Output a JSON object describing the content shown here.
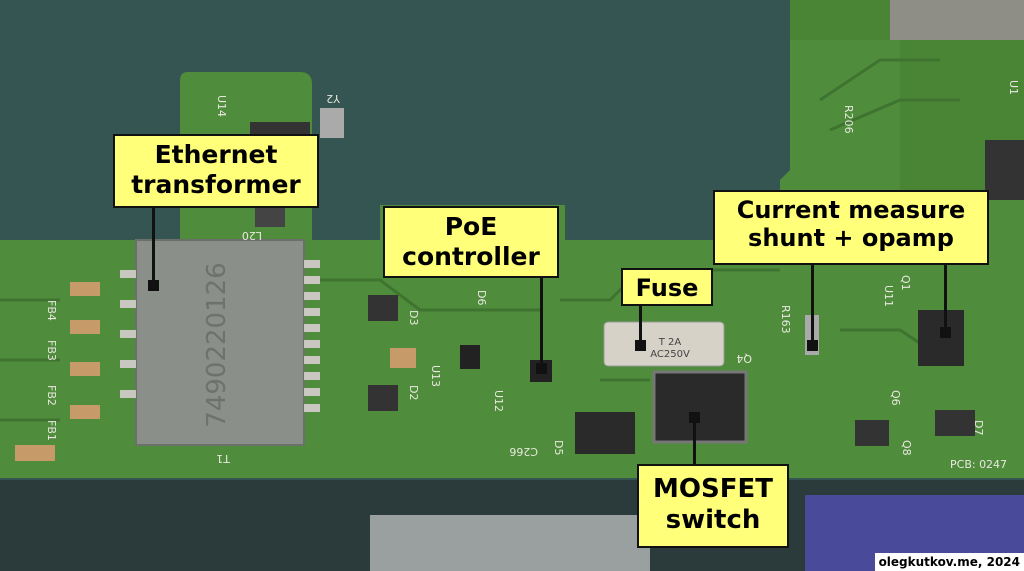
{
  "labels": {
    "ethernet_transformer": [
      "Ethernet",
      "transformer"
    ],
    "poe_controller": [
      "PoE",
      "controller"
    ],
    "fuse": [
      "Fuse"
    ],
    "current_measure": [
      "Current measure",
      "shunt + opamp"
    ],
    "mosfet_switch": [
      "MOSFET",
      "switch"
    ]
  },
  "credit": "olegkutkov.me, 2024",
  "markings": {
    "transformer_part": "7490220126",
    "fuse_rating_1": "T 2A",
    "fuse_rating_2": "AC250V",
    "pcb": "PCB: 0247",
    "refdes": [
      "FB4",
      "FB3",
      "FB2",
      "FB1",
      "U14",
      "Y2",
      "L20",
      "T1",
      "D3",
      "D2",
      "U13",
      "D6",
      "U12",
      "C266",
      "D5",
      "Q4",
      "R206",
      "R163",
      "U1",
      "Q1",
      "U11",
      "Q6",
      "Q8",
      "D7"
    ]
  },
  "colors": {
    "pcb_green": "#4f8c3b",
    "pcb_dark": "#3f7430",
    "background_teal": "#355552",
    "callout_fill": "#ffff7a",
    "callout_border": "#111111"
  }
}
